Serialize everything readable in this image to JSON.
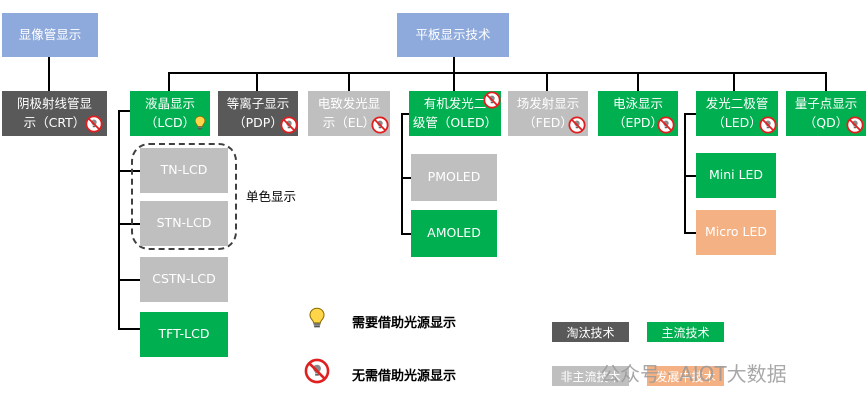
{
  "roots": {
    "crt_root": "显像管显示",
    "flat_root": "平板显示技术"
  },
  "nodes": {
    "crt": "阴极射线管显\n示（CRT）",
    "lcd": "液晶显示\n（LCD）",
    "pdp": "等离子显示\n（PDP）",
    "el": "电致发光显\n示（EL）",
    "oled": "有机发光二\n级管（OLED）",
    "fed": "场发射显示\n（FED）",
    "epd": "电泳显示\n（EPD）",
    "led": "发光二极管\n（LED）",
    "qd": "量子点显示\n（QD）"
  },
  "lcd_children": [
    "TN-LCD",
    "STN-LCD",
    "CSTN-LCD",
    "TFT-LCD"
  ],
  "oled_children": [
    "PMOLED",
    "AMOLED"
  ],
  "led_children": [
    "Mini LED",
    "Micro LED"
  ],
  "mono_label": "单色显示",
  "legend": {
    "need_light": "需要借助光源显示",
    "no_light": "无需借助光源显示",
    "obsolete": "淘汰技术",
    "mainstream": "主流技术",
    "non_mainstream": "非主流技术",
    "developing": "发展中技术"
  },
  "watermark": "公众号 · AIOT大数据",
  "colors": {
    "root": "#8ea9db",
    "obsolete": "#595959",
    "mainstream": "#00b050",
    "non_mainstream": "#bfbfbf",
    "developing": "#f4b183"
  },
  "icons": {
    "bulb": "lightbulb-icon",
    "no_light": "no-bulb-icon"
  }
}
